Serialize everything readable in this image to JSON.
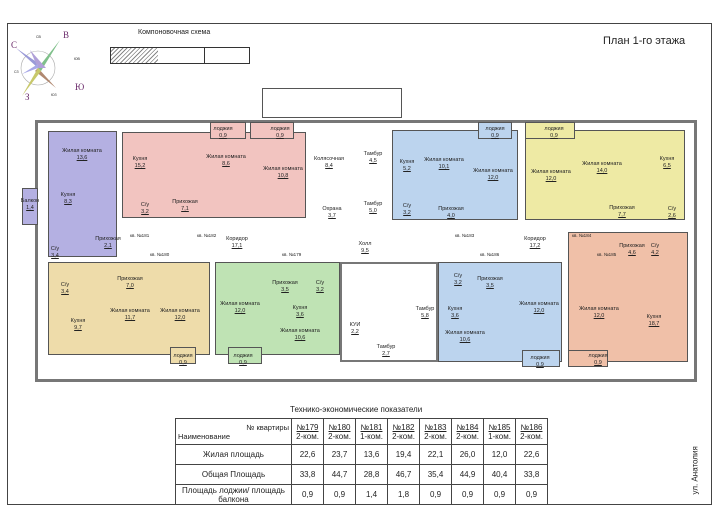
{
  "header": {
    "title": "План 1-го этажа",
    "scheme_label": "Компоновочная схема",
    "street": "ул. Анатолия"
  },
  "compass": {
    "n": "С",
    "e": "В",
    "s": "Ю",
    "w": "З",
    "ne": "СВ",
    "se": "ЮВ",
    "sw": "ЮЗ",
    "nw": "СЗ"
  },
  "rooms": [
    {
      "name": "Жилая комната",
      "area": "13,6"
    },
    {
      "name": "Кухня",
      "area": "8,3"
    },
    {
      "name": "С/у",
      "area": "3,4"
    },
    {
      "name": "Прихожая",
      "area": "2,1"
    },
    {
      "name": "Балкон",
      "area": "1,4"
    },
    {
      "name": "Кухня",
      "area": "15,2"
    },
    {
      "name": "Жилая комната",
      "area": "8,6"
    },
    {
      "name": "Жилая комната",
      "area": "10,8"
    },
    {
      "name": "С/у",
      "area": "3,2"
    },
    {
      "name": "Прихожая",
      "area": "7,1"
    },
    {
      "name": "лоджия",
      "area": "0,9"
    },
    {
      "name": "лоджия",
      "area": "0,9"
    },
    {
      "name": "Колясочная",
      "area": "8,4"
    },
    {
      "name": "Охрана",
      "area": "3,7"
    },
    {
      "name": "Тамбур",
      "area": "4,5"
    },
    {
      "name": "Тамбур",
      "area": "5,0"
    },
    {
      "name": "Холл",
      "area": "9,5"
    },
    {
      "name": "Коридор",
      "area": "17,1"
    },
    {
      "name": "Коридор",
      "area": "17,2"
    },
    {
      "name": "Кухня",
      "area": "5,2"
    },
    {
      "name": "Жилая комната",
      "area": "10,1"
    },
    {
      "name": "С/у",
      "area": "3,2"
    },
    {
      "name": "Прихожая",
      "area": "4,0"
    },
    {
      "name": "Жилая комната",
      "area": "12,0"
    },
    {
      "name": "лоджия",
      "area": "0,9"
    },
    {
      "name": "Жилая комната",
      "area": "12,0"
    },
    {
      "name": "Жилая комната",
      "area": "14,0"
    },
    {
      "name": "Кухня",
      "area": "6,5"
    },
    {
      "name": "С/у",
      "area": "2,6"
    },
    {
      "name": "Прихожая",
      "area": "7,7"
    },
    {
      "name": "лоджия",
      "area": "0,9"
    },
    {
      "name": "Прихожая",
      "area": "4,6"
    },
    {
      "name": "С/у",
      "area": "4,2"
    },
    {
      "name": "Кухня",
      "area": "18,7"
    },
    {
      "name": "Жилая комната",
      "area": "12,0"
    },
    {
      "name": "лоджия",
      "area": "0,9"
    },
    {
      "name": "С/у",
      "area": "3,2"
    },
    {
      "name": "Прихожая",
      "area": "3,5"
    },
    {
      "name": "Кухня",
      "area": "3,6"
    },
    {
      "name": "Жилая комната",
      "area": "10,6"
    },
    {
      "name": "Жилая комната",
      "area": "12,0"
    },
    {
      "name": "лоджия",
      "area": "0,9"
    },
    {
      "name": "Тамбур",
      "area": "5,8"
    },
    {
      "name": "Тамбур",
      "area": "2,7"
    },
    {
      "name": "КУИ",
      "area": "2,2"
    },
    {
      "name": "Жилая комната",
      "area": "12,0"
    },
    {
      "name": "Прихожая",
      "area": "3,5"
    },
    {
      "name": "С/у",
      "area": "3,2"
    },
    {
      "name": "Кухня",
      "area": "3,6"
    },
    {
      "name": "Жилая комната",
      "area": "10,6"
    },
    {
      "name": "лоджия",
      "area": "0,9"
    },
    {
      "name": "С/у",
      "area": "3,4"
    },
    {
      "name": "Прихожая",
      "area": "7,0"
    },
    {
      "name": "Кухня",
      "area": "9,7"
    },
    {
      "name": "Жилая комната",
      "area": "11,7"
    },
    {
      "name": "Жилая комната",
      "area": "12,0"
    },
    {
      "name": "лоджия",
      "area": "0,9"
    }
  ],
  "apartment_tags": [
    "кв. №181",
    "кв. №182",
    "кв. №180",
    "кв. №179",
    "кв. №183",
    "кв. №184",
    "кв. №186",
    "кв. №185"
  ],
  "table": {
    "title": "Технико-экономические показатели",
    "header_top": "№ квартиры",
    "header_bottom": "Наименование",
    "apartments": [
      {
        "no": "№179",
        "type": "2-ком."
      },
      {
        "no": "№180",
        "type": "2-ком."
      },
      {
        "no": "№181",
        "type": "1-ком."
      },
      {
        "no": "№182",
        "type": "2-ком."
      },
      {
        "no": "№183",
        "type": "2-ком."
      },
      {
        "no": "№184",
        "type": "2-ком."
      },
      {
        "no": "№185",
        "type": "1-ком."
      },
      {
        "no": "№186",
        "type": "2-ком."
      }
    ],
    "rows": [
      {
        "label": "Жилая площадь",
        "values": [
          "22,6",
          "23,7",
          "13,6",
          "19,4",
          "22,1",
          "26,0",
          "12,0",
          "22,6"
        ]
      },
      {
        "label": "Общая Площадь",
        "values": [
          "33,8",
          "44,7",
          "28,8",
          "46,7",
          "35,4",
          "44,9",
          "40,4",
          "33,8"
        ]
      },
      {
        "label": "Площадь лоджии/ площадь балкона",
        "values": [
          "0,9",
          "0,9",
          "1,4",
          "1,8",
          "0,9",
          "0,9",
          "0,9",
          "0,9"
        ]
      }
    ]
  }
}
